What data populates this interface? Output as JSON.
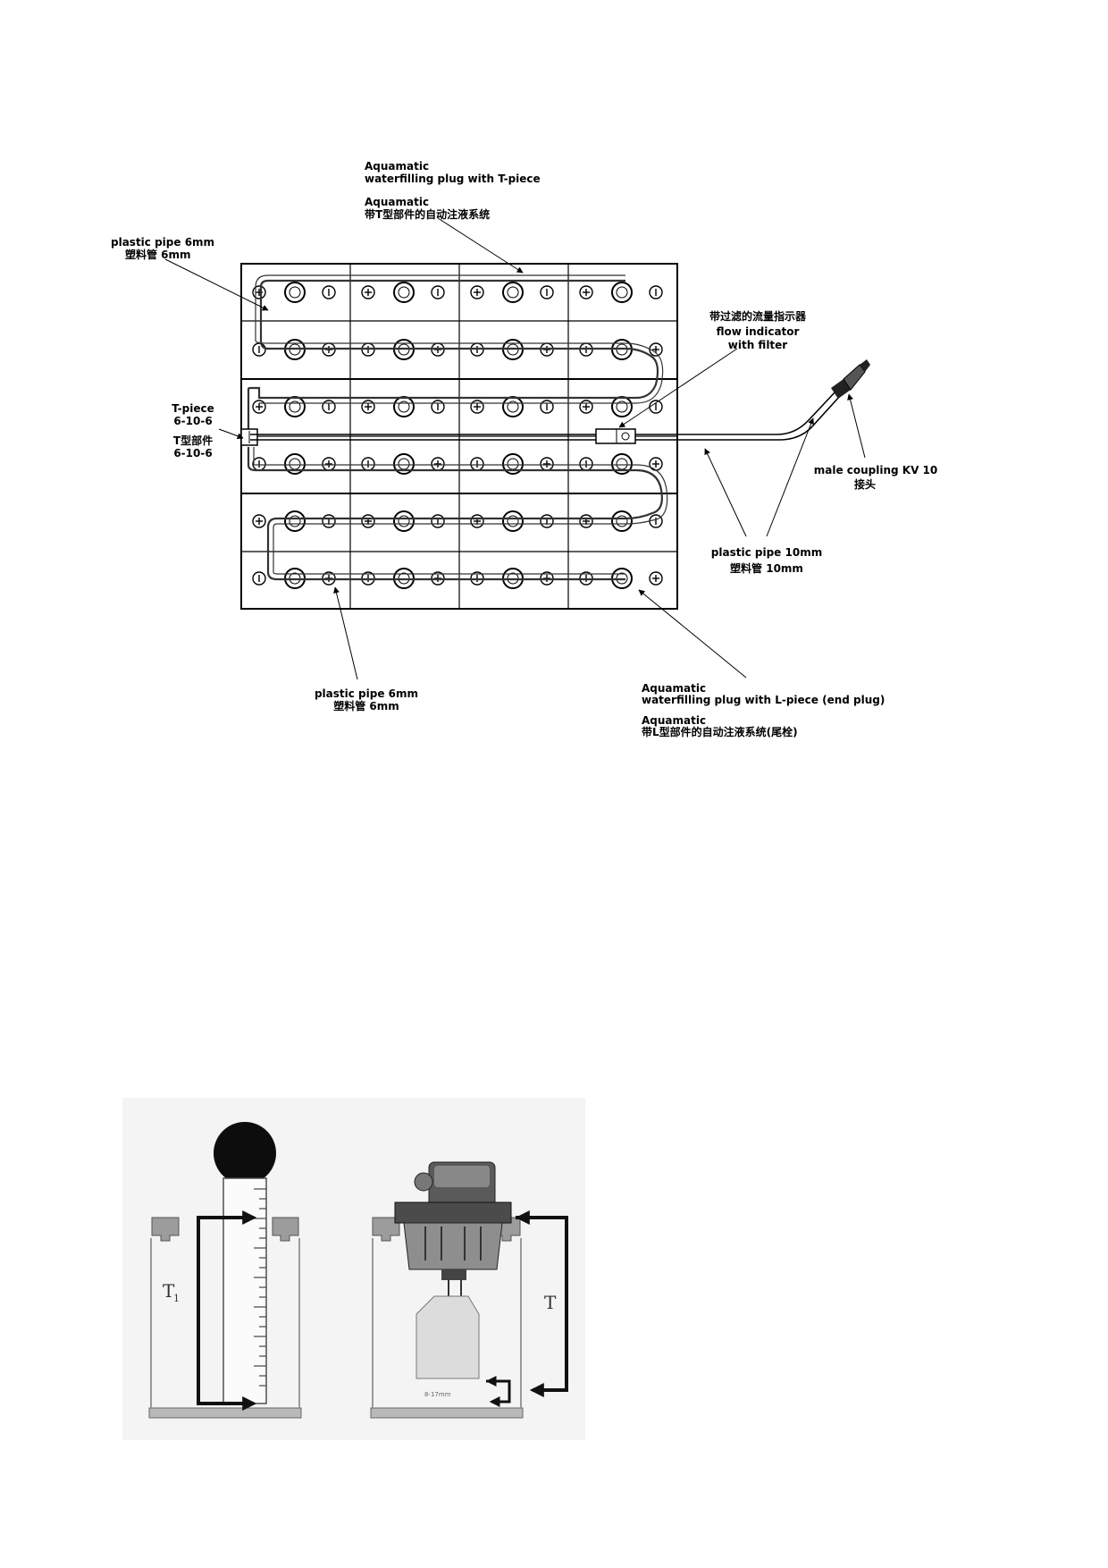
{
  "labels": {
    "tplug_en_1": "Aquamatic",
    "tplug_en_2": "waterfilling plug with T-piece",
    "tplug_cn_1": "Aquamatic",
    "tplug_cn_2": "带T型部件的自动注液系统",
    "pipe6_top_en": "plastic pipe 6mm",
    "pipe6_top_cn": "塑料管 6mm",
    "flow_cn": "带过滤的流量指示器",
    "flow_en_1": "flow indicator",
    "flow_en_2": "with filter",
    "tpiece_en_1": "T-piece",
    "tpiece_en_2": "6-10-6",
    "tpiece_cn_1": "T型部件",
    "tpiece_cn_2": "6-10-6",
    "coupling_en": "male coupling KV 10",
    "coupling_cn": "接头",
    "pipe10_en": "plastic pipe 10mm",
    "pipe10_cn": "塑料管 10mm",
    "pipe6_bottom_en": "plastic pipe 6mm",
    "pipe6_bottom_cn": "塑料管 6mm",
    "lplug_en_1": "Aquamatic",
    "lplug_en_2": "waterfilling plug with L-piece (end plug)",
    "lplug_cn_1": "Aquamatic",
    "lplug_cn_2": "带L型部件的自动注液系统(尾栓)"
  },
  "detail": {
    "t1_label": "T",
    "t1_subscript": "1",
    "t_label": "T",
    "measure_label": "8-17mm"
  }
}
